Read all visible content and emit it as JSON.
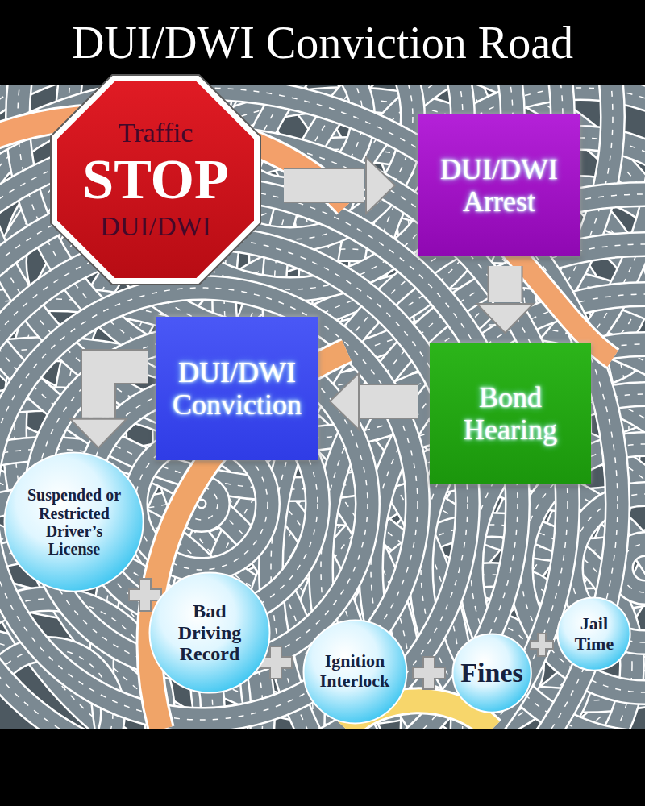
{
  "diagram": {
    "title": "DUI/DWI Conviction Road",
    "nodes": [
      {
        "text": [
          "Traffic",
          "STOP",
          "DUI/DWI"
        ]
      },
      {
        "text": [
          "DUI/DWI Arrest"
        ]
      },
      {
        "text": [
          "Bond Hearing"
        ]
      },
      {
        "text": [
          "DUI/DWI Conviction"
        ]
      },
      {
        "text": [
          "Suspended or Restricted Driver’s License"
        ]
      },
      {
        "text": [
          "Bad Driving Record"
        ]
      },
      {
        "text": [
          "Ignition Interlock"
        ]
      },
      {
        "text": [
          "Fines"
        ]
      },
      {
        "text": [
          "Jail Time"
        ]
      }
    ],
    "edges": [
      {
        "from": 0,
        "to": 1,
        "arrow": "to"
      },
      {
        "from": 1,
        "to": 2,
        "arrow": "to"
      },
      {
        "from": 2,
        "to": 3,
        "arrow": "to"
      },
      {
        "from": 3,
        "to": 4,
        "arrow": "to"
      }
    ]
  }
}
